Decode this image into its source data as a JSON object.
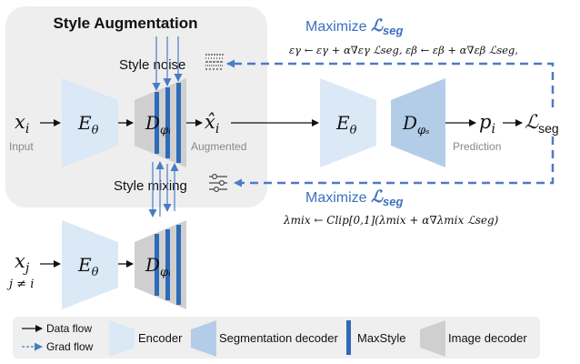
{
  "style_aug": {
    "title": "Style Augmentation",
    "style_noise": "Style noise",
    "style_mixing": "Style mixing"
  },
  "nodes": {
    "x_i": "xᵢ",
    "input": "Input",
    "e_theta": "Eθ",
    "d_phi_i": "Dφᵢ",
    "x_hat_i": "x̂ᵢ",
    "augmented": "Augmented",
    "d_phi_s": "Dφₛ",
    "p_i": "pᵢ",
    "prediction": "Prediction",
    "l_seg": "ℒseg",
    "x_j": "xⱼ",
    "j_ne_i": "j ≠ i"
  },
  "objective": {
    "maximize_top": "Maximize ℒseg",
    "formula_top": "εγ ← εγ + α∇εγ ℒseg,   εβ ← εβ + α∇εβ ℒseg,",
    "maximize_bottom": "Maximize ℒseg",
    "formula_bottom": "λmix ← Clip[0,1](λmix + α∇λmix ℒseg)"
  },
  "legend": {
    "data_flow": "Data flow",
    "grad_flow": "Grad flow",
    "encoder": "Encoder",
    "seg_decoder": "Segmentation decoder",
    "maxstyle": "MaxStyle",
    "image_decoder": "Image decoder"
  },
  "colors": {
    "encoder": "#dbe8f6",
    "seg_decoder": "#b3cde8",
    "maxstyle": "#2e6bb8",
    "image_decoder": "#cfcfcf",
    "grad_flow": "#4a7cc4",
    "aug_box": "#eeeeee"
  }
}
